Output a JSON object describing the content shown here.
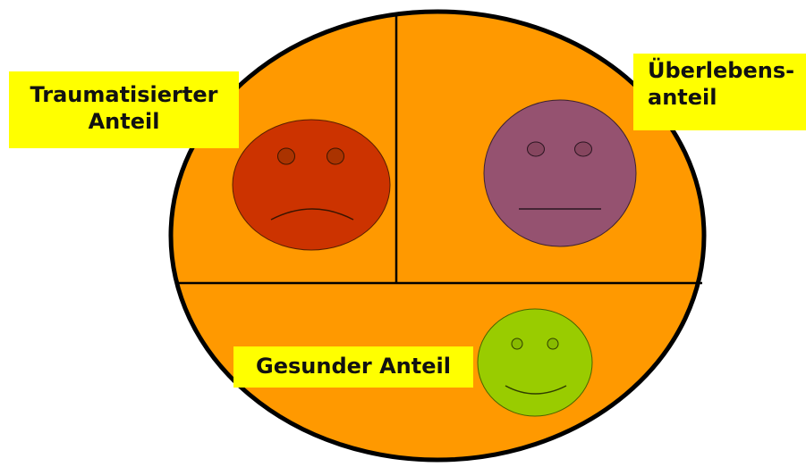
{
  "labels": {
    "traumatized_line1": "Traumatisierter",
    "traumatized_line2": "Anteil",
    "survival_line1": "Überlebens-",
    "survival_line2": "anteil",
    "healthy": "Gesunder Anteil"
  },
  "faces": {
    "traumatized": {
      "expression": "sad",
      "color": "#cc3300"
    },
    "survival": {
      "expression": "neutral",
      "color": "#955270"
    },
    "healthy": {
      "expression": "happy",
      "color": "#99cc00"
    }
  },
  "colors": {
    "ellipse_fill": "#ff9900",
    "outline": "#000000",
    "label_background": "#ffff00"
  }
}
